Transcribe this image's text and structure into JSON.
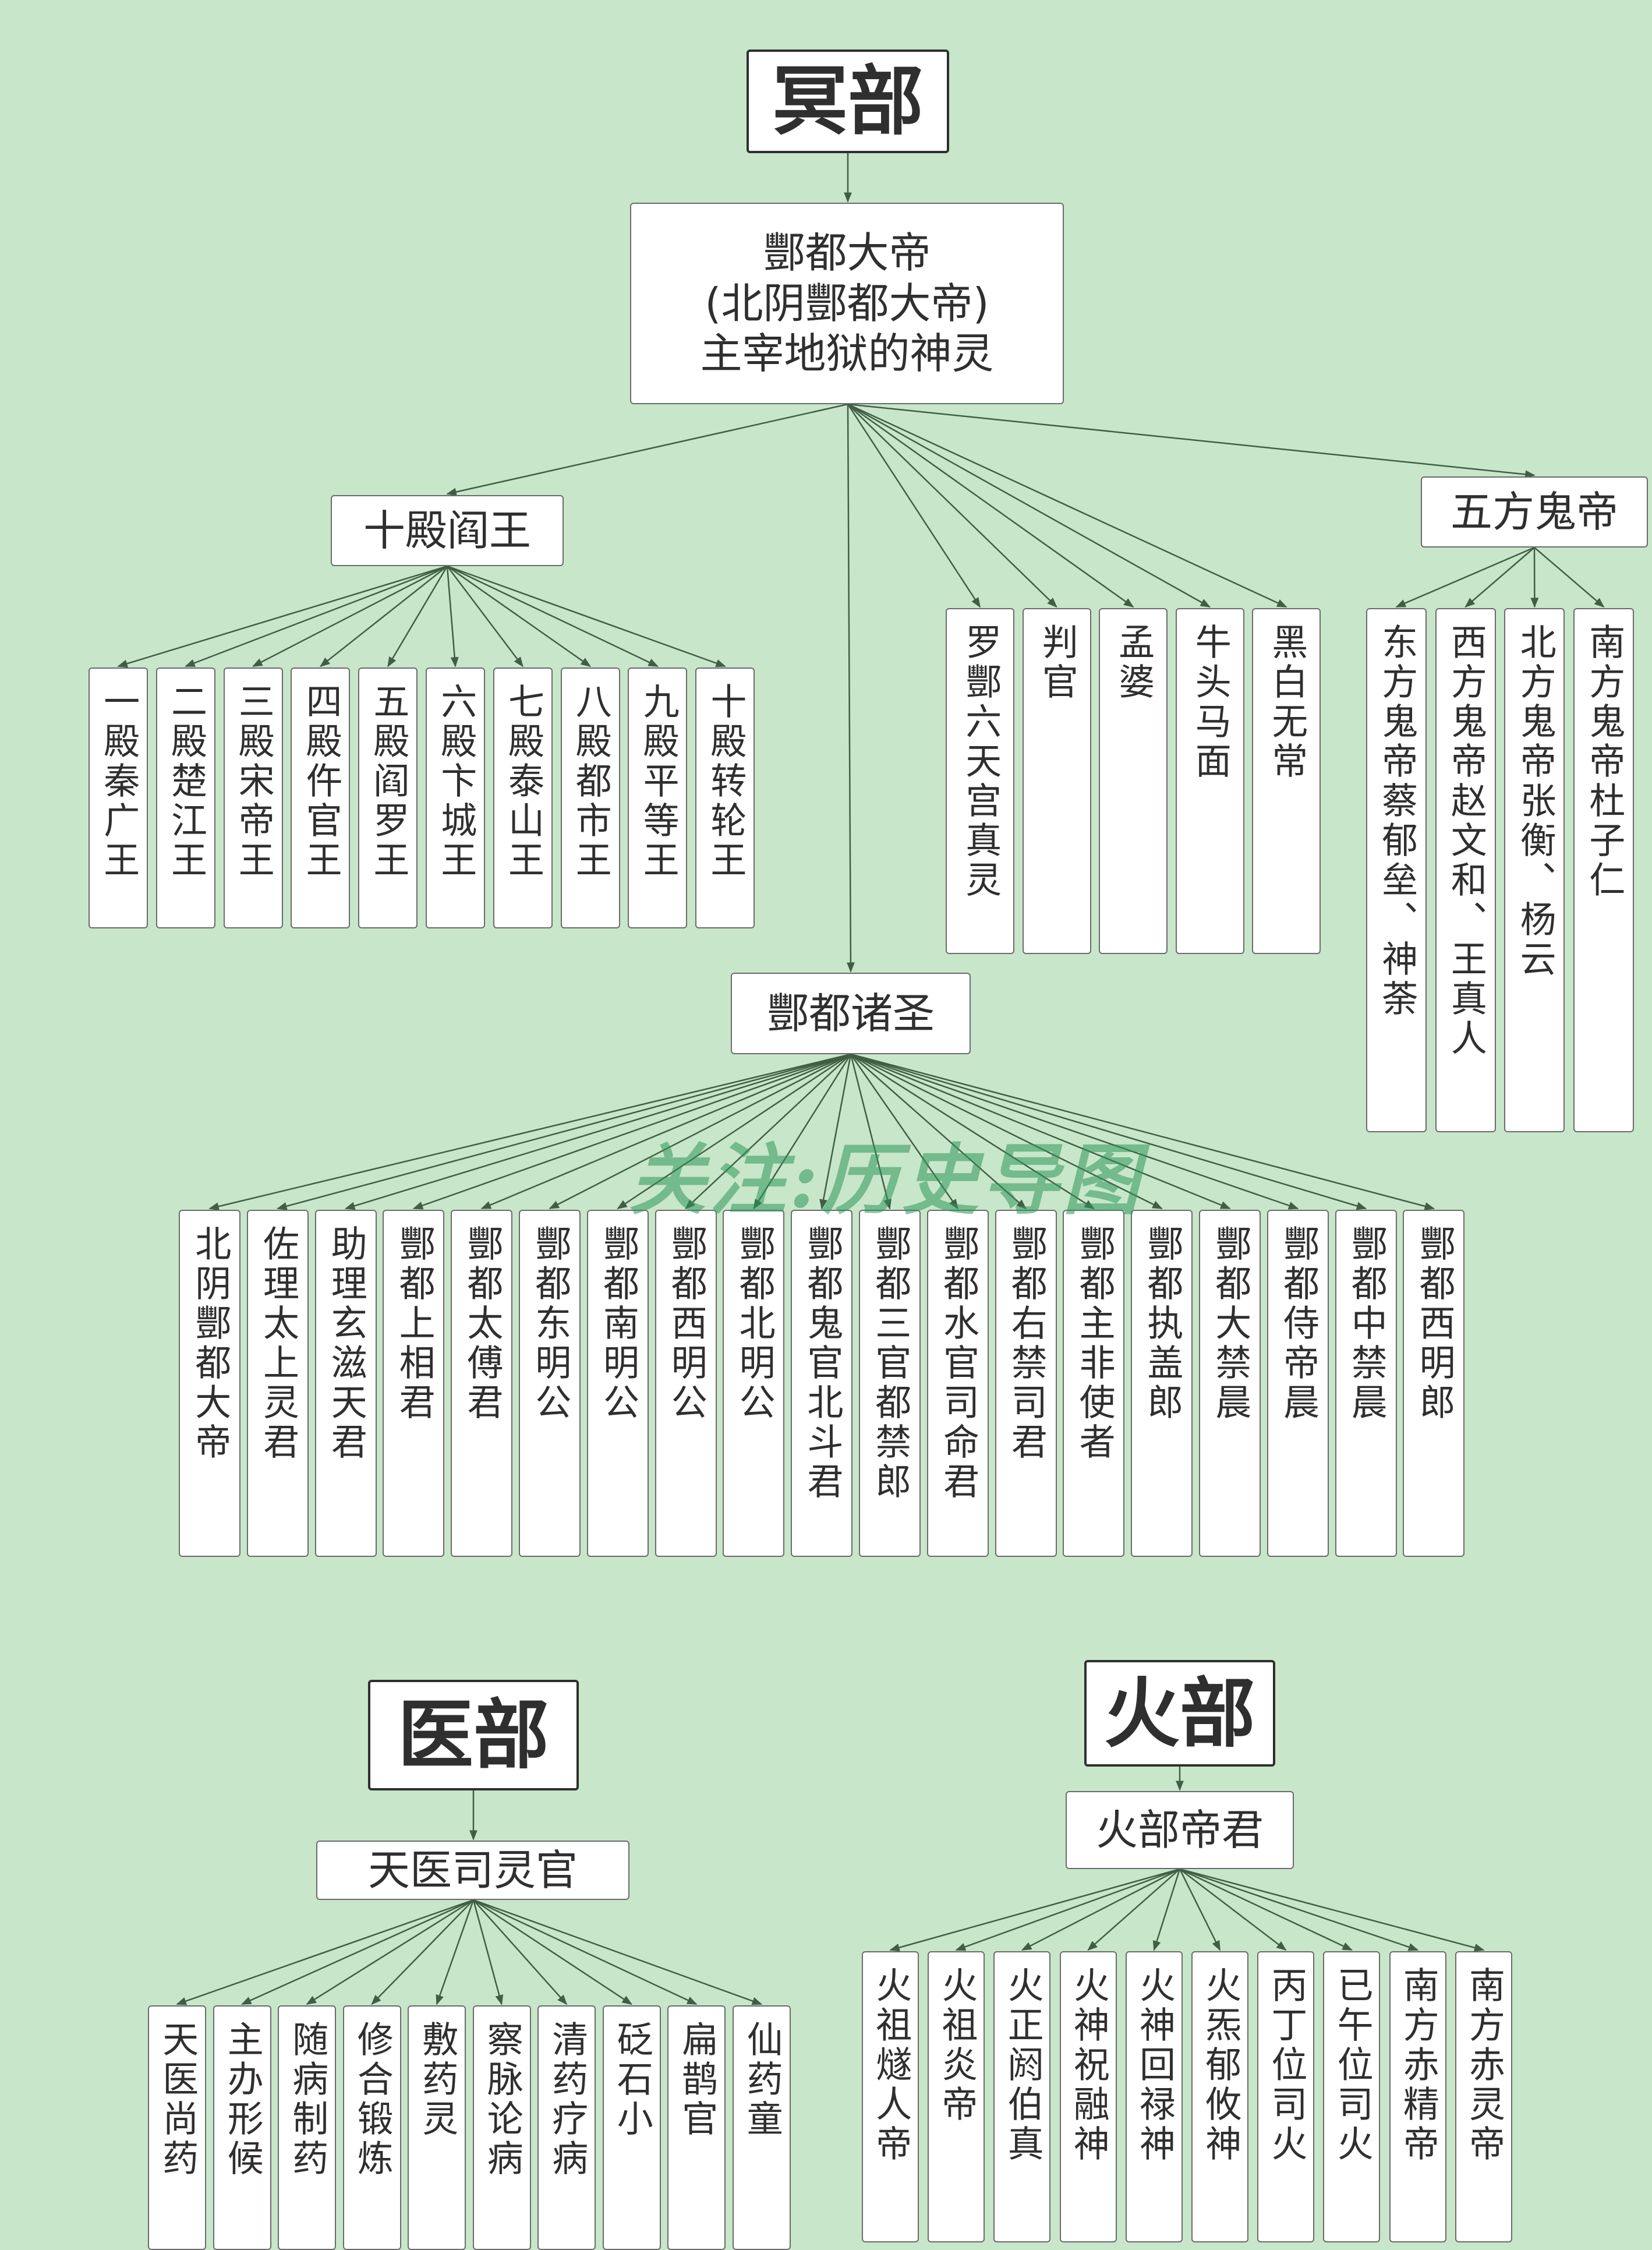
{
  "colors": {
    "background": "#c8e6c9",
    "node_fill": "#ffffff",
    "border": "#6b6b6b",
    "edge": "#3f5f45",
    "watermark": "#2e965a"
  },
  "watermark": "关注:历史导图",
  "sections": {
    "ming": {
      "title": "冥部",
      "root": "酆都大帝\n(北阴酆都大帝)\n主宰地狱的神灵",
      "shidian": {
        "label": "十殿阎王",
        "kings": [
          "一殿秦广王",
          "二殿楚江王",
          "三殿宋帝王",
          "四殿仵官王",
          "五殿阎罗王",
          "六殿卞城王",
          "七殿泰山王",
          "八殿都市王",
          "九殿平等王",
          "十殿转轮王"
        ]
      },
      "officials": [
        "罗酆六天宫真灵",
        "判官",
        "孟婆",
        "牛头马面",
        "黑白无常"
      ],
      "wufang": {
        "label": "五方鬼帝",
        "emperors": [
          "东方鬼帝蔡郁垒、神荼",
          "西方鬼帝赵文和、王真人",
          "北方鬼帝张衡、杨云",
          "南方鬼帝杜子仁"
        ]
      },
      "zhusheng": {
        "label": "酆都诸圣",
        "saints": [
          "北阴酆都大帝",
          "佐理太上灵君",
          "助理玄滋天君",
          "酆都上相君",
          "酆都太傅君",
          "酆都东明公",
          "酆都南明公",
          "酆都西明公",
          "酆都北明公",
          "酆都鬼官北斗君",
          "酆都三官都禁郎",
          "酆都水官司命君",
          "酆都右禁司君",
          "酆都主非使者",
          "酆都执盖郎",
          "酆都大禁晨",
          "酆都侍帝晨",
          "酆都中禁晨",
          "酆都西明郎"
        ]
      }
    },
    "yi": {
      "title": "医部",
      "root": "天医司灵官",
      "items": [
        "天医尚药",
        "主办形候",
        "随病制药",
        "修合锻炼",
        "敷药灵",
        "察脉论病",
        "清药疗病",
        "砭石小",
        "扁鹊官",
        "仙药童"
      ]
    },
    "huo": {
      "title": "火部",
      "root": "火部帝君",
      "items": [
        "火祖燧人帝",
        "火祖炎帝",
        "火正阏伯真",
        "火神祝融神",
        "火神回禄神",
        "火炁郁攸神",
        "丙丁位司火",
        "已午位司火",
        "南方赤精帝",
        "南方赤灵帝"
      ]
    }
  }
}
